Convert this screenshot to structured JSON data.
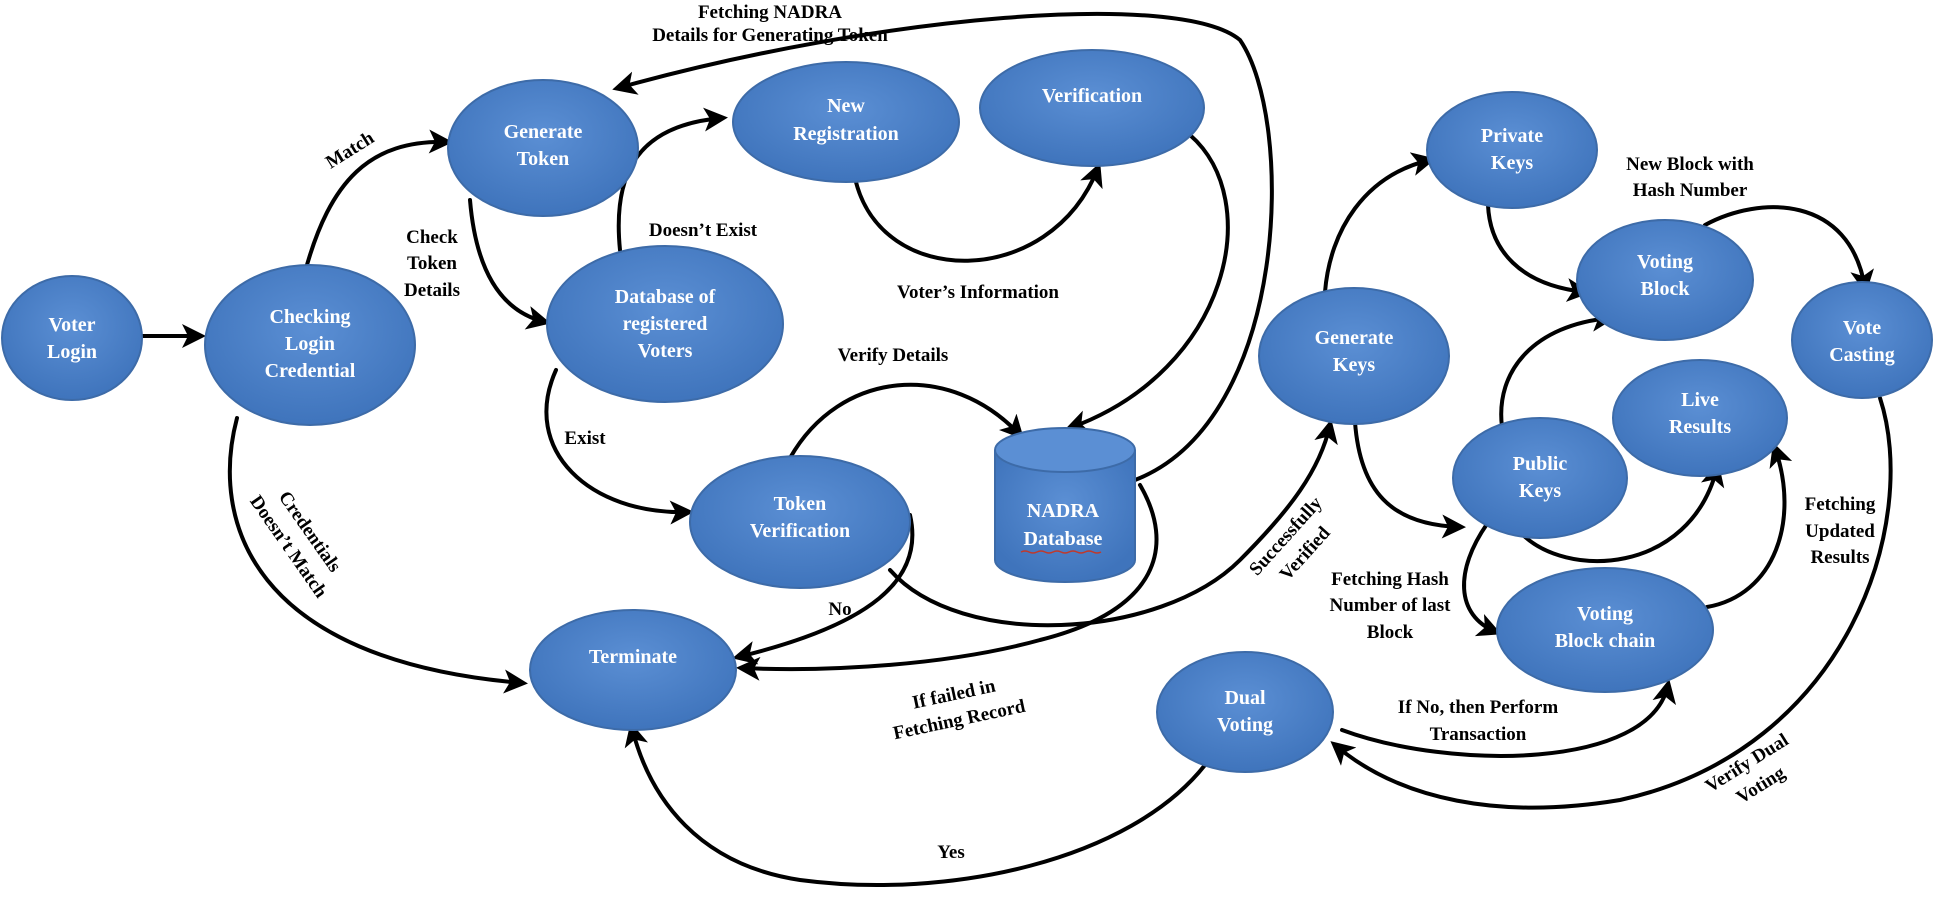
{
  "colors": {
    "node_fill": "#4A7EC4",
    "node_fill_light": "#5B8FD4",
    "node_stroke": "#3D6BA8",
    "node_text": "#FFFFFF",
    "edge": "#000000"
  },
  "nodes": {
    "voter_login": [
      "Voter",
      "Login"
    ],
    "checking_login": [
      "Checking",
      "Login",
      "Credential"
    ],
    "generate_token": [
      "Generate",
      "Token"
    ],
    "database_registered": [
      "Database of",
      "registered",
      "Voters"
    ],
    "new_registration": [
      "New",
      "Registration"
    ],
    "verification": [
      "Verification"
    ],
    "token_verification": [
      "Token",
      "Verification"
    ],
    "nadra_database": [
      "NADRA",
      "Database"
    ],
    "terminate": [
      "Terminate"
    ],
    "generate_keys": [
      "Generate",
      "Keys"
    ],
    "private_keys": [
      "Private",
      "Keys"
    ],
    "voting_block": [
      "Voting",
      "Block"
    ],
    "vote_casting": [
      "Vote",
      "Casting"
    ],
    "live_results": [
      "Live",
      "Results"
    ],
    "public_keys": [
      "Public",
      "Keys"
    ],
    "voting_blockchain": [
      "Voting",
      "Block chain"
    ],
    "dual_voting": [
      "Dual",
      "Voting"
    ]
  },
  "edge_labels": {
    "fetching_nadra": [
      "Fetching NADRA",
      "Details for Generating Token"
    ],
    "match": "Match",
    "check_token": [
      "Check",
      "Token",
      "Details"
    ],
    "doesnt_exist": "Doesn’t Exist",
    "voters_information": "Voter’s Information",
    "verify_details": "Verify Details",
    "exist": "Exist",
    "credentials_dont_match": [
      "Credentials",
      "Doesn’t Match"
    ],
    "no": "No",
    "if_failed": [
      "If failed in",
      "Fetching Record"
    ],
    "successfully_verified": [
      "Successfully",
      "Verified"
    ],
    "new_block_hash": [
      "New Block with",
      "Hash Number"
    ],
    "fetching_hash": [
      "Fetching Hash",
      "Number of last",
      "Block"
    ],
    "fetching_updated": [
      "Fetching",
      "Updated",
      "Results"
    ],
    "if_no_transaction": [
      "If No, then Perform",
      "Transaction"
    ],
    "verify_dual": [
      "Verify Dual",
      "Voting"
    ],
    "yes": "Yes"
  }
}
